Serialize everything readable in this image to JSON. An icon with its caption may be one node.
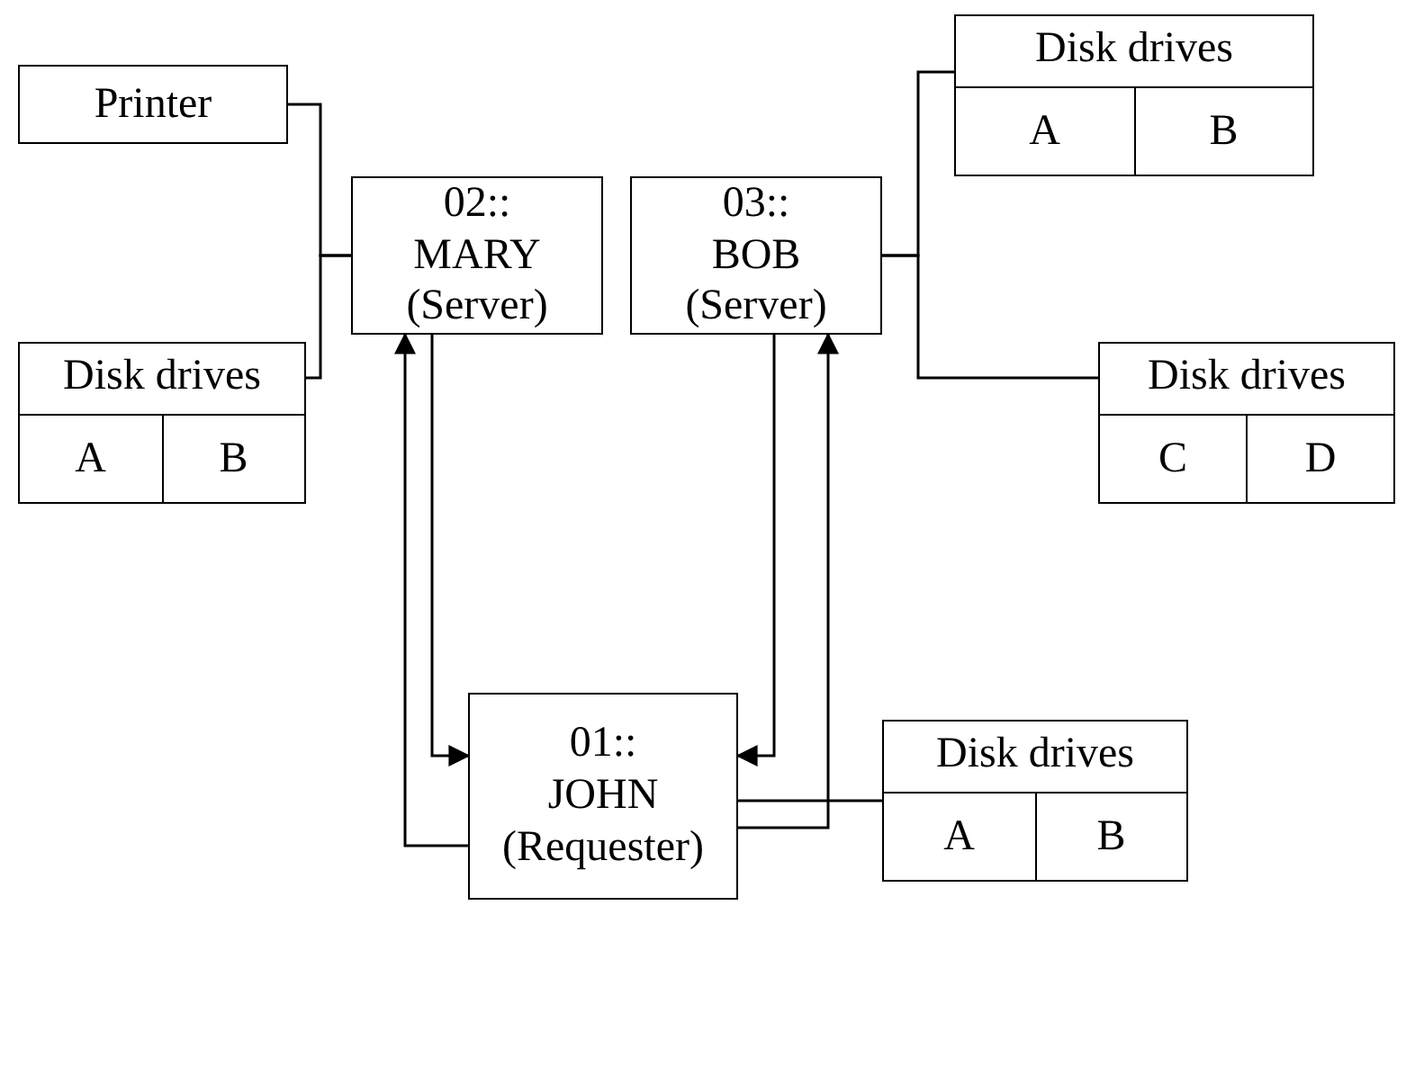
{
  "diagram": {
    "nodes": [
      {
        "text": [
          "Disk drives",
          "A",
          "B"
        ]
      },
      {
        "text": [
          "Printer"
        ]
      },
      {
        "text": [
          "02::",
          "MARY",
          "(Server)"
        ]
      },
      {
        "text": [
          "03::",
          "BOB",
          "(Server)"
        ]
      },
      {
        "text": [
          "Disk drives",
          "A",
          "B"
        ]
      },
      {
        "text": [
          "Disk drives",
          "C",
          "D"
        ]
      },
      {
        "text": [
          "01::",
          "JOHN",
          "(Requester)"
        ]
      },
      {
        "text": [
          "Disk drives",
          "A",
          "B"
        ]
      }
    ],
    "edges": [
      {
        "from": 0,
        "to": 3,
        "arrow": "none"
      },
      {
        "from": 1,
        "to": 2,
        "arrow": "none"
      },
      {
        "from": 4,
        "to": 2,
        "arrow": "none"
      },
      {
        "from": 5,
        "to": 3,
        "arrow": "none"
      },
      {
        "from": 6,
        "to": 2,
        "arrow": "to"
      },
      {
        "from": 2,
        "to": 6,
        "arrow": "to"
      },
      {
        "from": 3,
        "to": 6,
        "arrow": "to"
      },
      {
        "from": 6,
        "to": 3,
        "arrow": "to"
      },
      {
        "from": 7,
        "to": 6,
        "arrow": "none"
      }
    ]
  }
}
